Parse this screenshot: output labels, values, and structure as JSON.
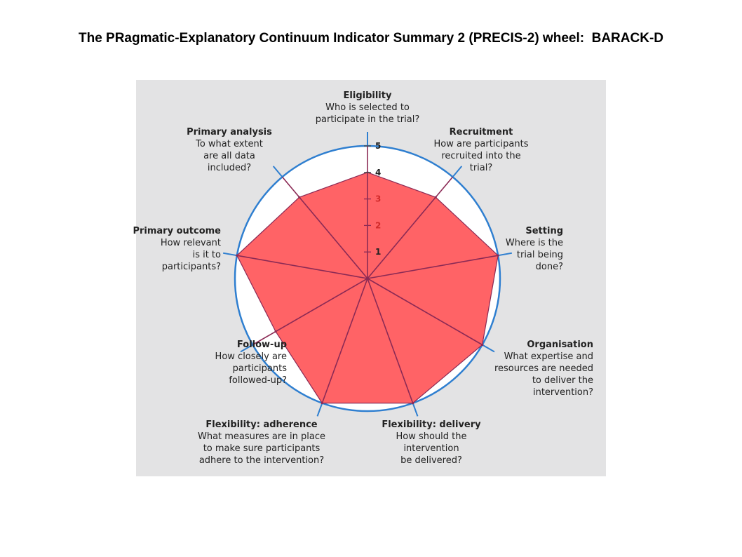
{
  "title": "The PRagmatic-Explanatory Continuum Indicator Summary 2 (PRECIS-2) wheel:  BARACK-D",
  "colors": {
    "panel_bg": "#e3e3e4",
    "outer_circle": "#2f7fd0",
    "spoke": "#8b2a55",
    "fill": "#ff6366",
    "tick_label_dark": "#222222",
    "tick_label_red": "#d22b2b"
  },
  "chart_data": {
    "type": "radar",
    "scale": {
      "min": 0,
      "max": 5,
      "tick_labels": [
        "1",
        "2",
        "3",
        "4",
        "5"
      ]
    },
    "domains": [
      {
        "name": "Eligibility",
        "question": "Who is selected to\nparticipate in the trial?",
        "score": 4
      },
      {
        "name": "Recruitment",
        "question": "How are participants\nrecruited into the\ntrial?",
        "score": 4
      },
      {
        "name": "Setting",
        "question": "Where is the\ntrial being\ndone?",
        "score": 5
      },
      {
        "name": "Organisation",
        "question": "What expertise and\nresources are needed\nto deliver the\nintervention?",
        "score": 5
      },
      {
        "name": "Flexibility: delivery",
        "question": "How should the\nintervention\nbe delivered?",
        "score": 5
      },
      {
        "name": "Flexibility: adherence",
        "question": "What measures are in place\nto make sure participants\nadhere to the intervention?",
        "score": 5
      },
      {
        "name": "Follow-up",
        "question": "How closely are\nparticipants\nfollowed-up?",
        "score": 4
      },
      {
        "name": "Primary outcome",
        "question": "How relevant\nis it to\nparticipants?",
        "score": 5
      },
      {
        "name": "Primary analysis",
        "question": "To what extent\nare all data\nincluded?",
        "score": 4
      }
    ]
  }
}
